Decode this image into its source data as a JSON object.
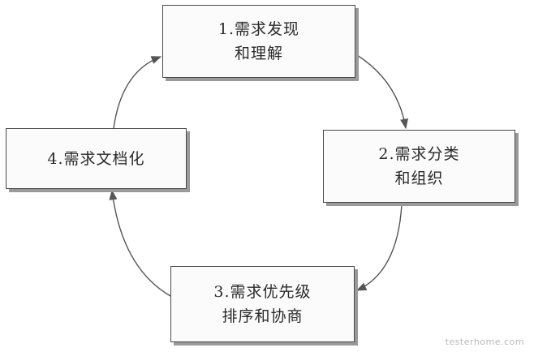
{
  "steps": [
    {
      "lines": [
        "1.需求发现",
        "和理解"
      ]
    },
    {
      "lines": [
        "2.需求分类",
        "和组织"
      ]
    },
    {
      "lines": [
        "3.需求优先级",
        "排序和协商"
      ]
    },
    {
      "lines": [
        "4.需求文档化"
      ]
    }
  ],
  "watermark": "testerhome.com",
  "colors": {
    "border": "#4a4a4a",
    "shadow": "#9a9a9a",
    "arrow": "#555555",
    "text": "#2a2a2a"
  }
}
